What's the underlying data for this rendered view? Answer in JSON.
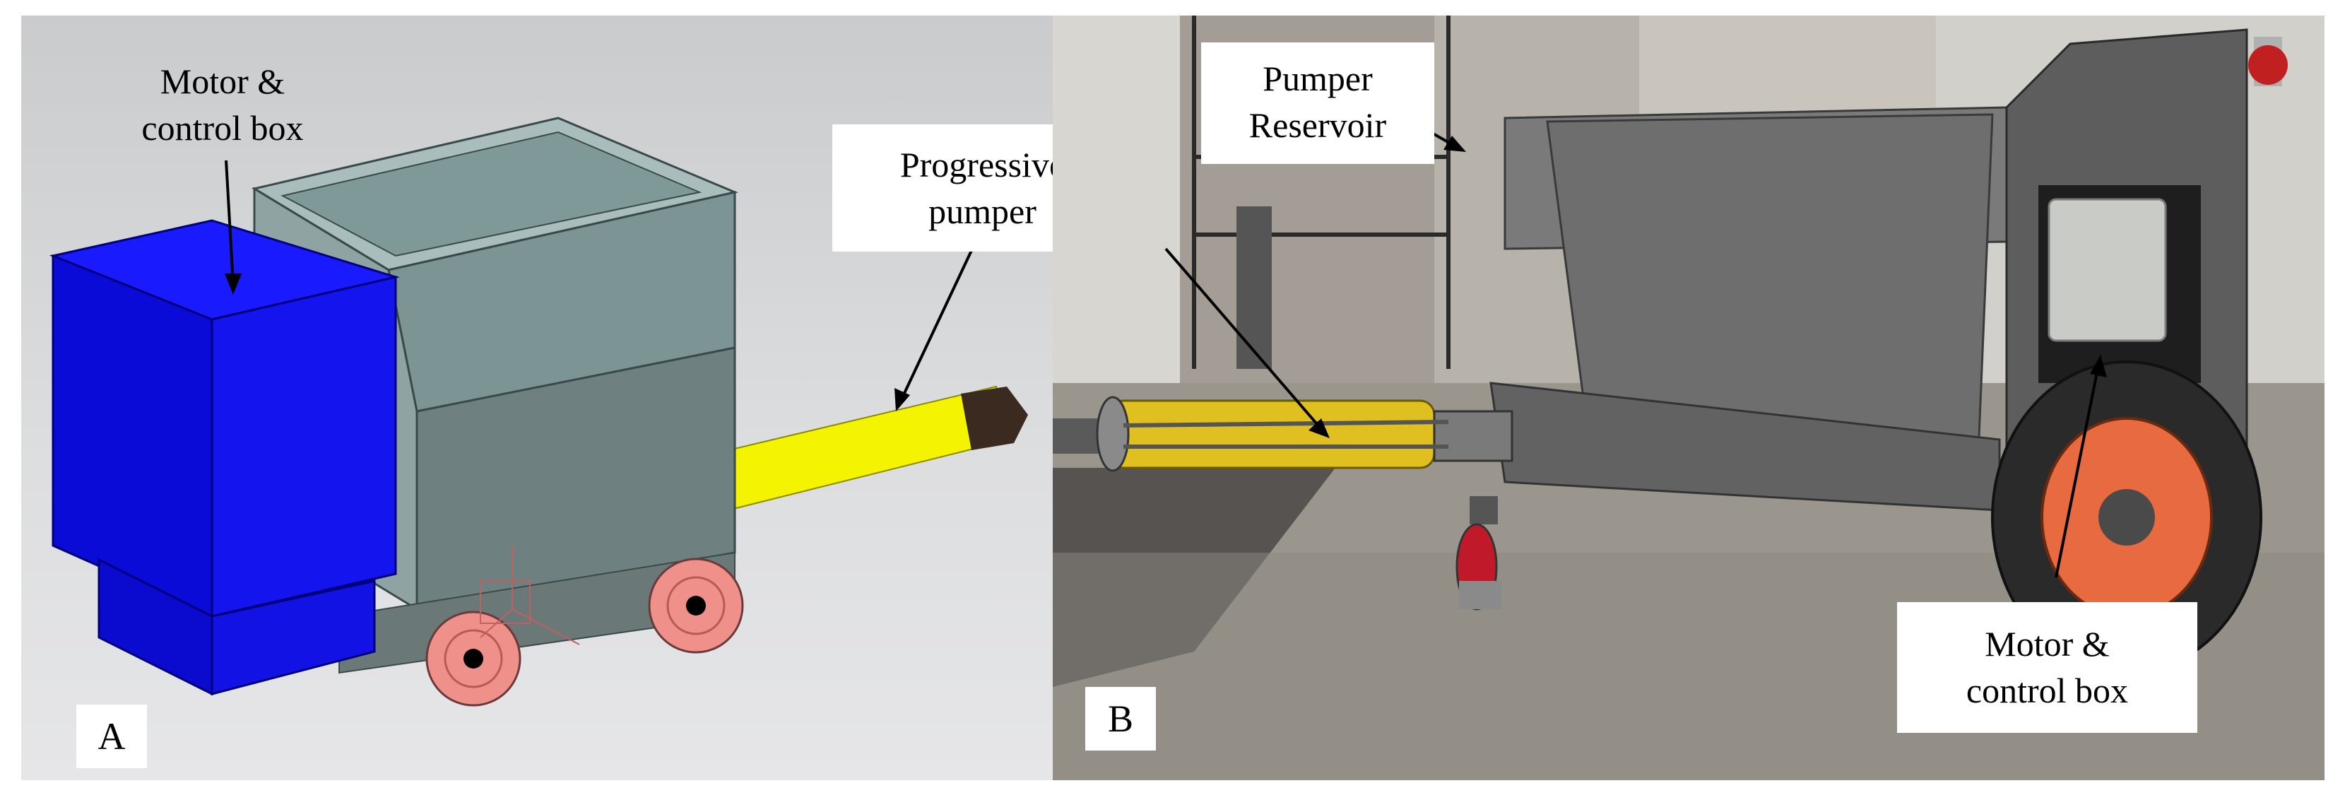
{
  "figure": {
    "panel_a": {
      "letter": "A",
      "callouts": [
        {
          "text_lines": [
            "Motor &",
            "control box"
          ]
        },
        {
          "text_lines": [
            "Progressive",
            "pumper"
          ]
        }
      ],
      "colors": {
        "motor_box": "#1010e0",
        "hopper": "#7d9494",
        "pump_tube": "#f4f400",
        "wheel": "#f0908a"
      }
    },
    "panel_b": {
      "letter": "B",
      "callouts": [
        {
          "text_lines": [
            "Pumper",
            "Reservoir"
          ]
        },
        {
          "text_lines": [
            "Motor &",
            "control box"
          ]
        }
      ],
      "colors": {
        "machine_body": "#6e6e6e",
        "pump_tube": "#e0c020",
        "wheel_hub": "#e86a40"
      }
    }
  }
}
